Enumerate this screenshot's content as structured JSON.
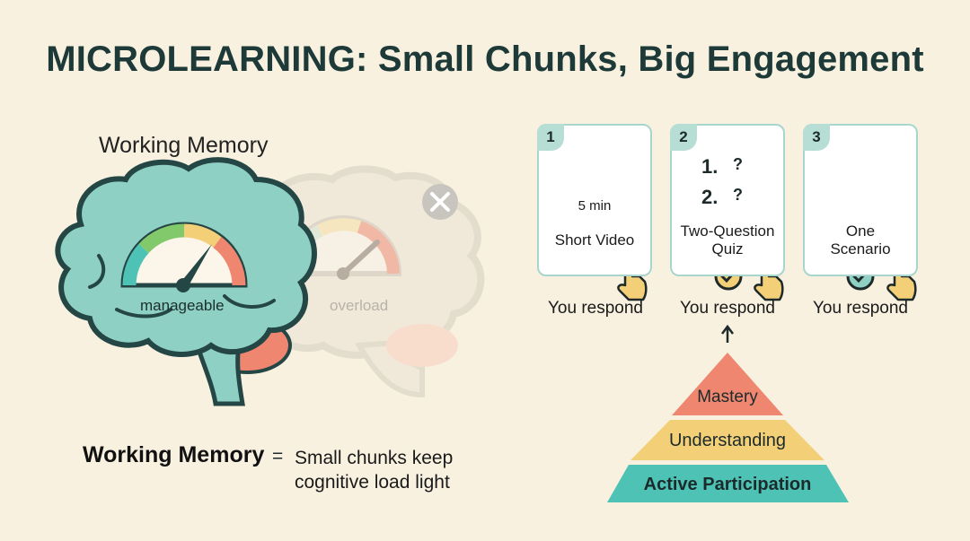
{
  "title": "MICROLEARNING: Small Chunks, Big Engagement",
  "brain_section": {
    "heading": "Working Memory",
    "gauge_good_label": "manageable",
    "gauge_bad_label": "overload"
  },
  "formula": {
    "term": "Working Memory",
    "equals": "=",
    "line1": "Small chunks keep",
    "line2": "cognitive load light"
  },
  "cards": [
    {
      "number": "1",
      "caption": "Short Video",
      "badge": "5 min",
      "respond": "You respond"
    },
    {
      "number": "2",
      "caption_line1": "Two-Question",
      "caption_line2": "Quiz",
      "q1": "1.",
      "q2": "2.",
      "q_mark": "?",
      "respond": "You respond"
    },
    {
      "number": "3",
      "caption_line1": "One",
      "caption_line2": "Scenario",
      "respond": "You respond"
    }
  ],
  "pyramid": {
    "top": "Mastery",
    "middle": "Understanding",
    "bottom": "Active Participation"
  },
  "colors": {
    "teal": "#8fd0c4",
    "coral": "#ef8670",
    "yellow": "#f3cf78",
    "background": "#f8f1e0"
  }
}
